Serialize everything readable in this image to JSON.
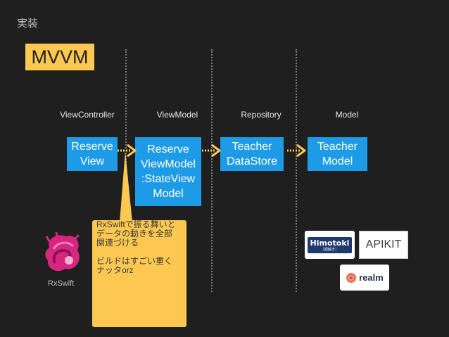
{
  "header": {
    "title": "実装"
  },
  "tag": {
    "label": "MVVM"
  },
  "columns": [
    {
      "label": "ViewController"
    },
    {
      "label": "ViewModel"
    },
    {
      "label": "Repository"
    },
    {
      "label": "Model"
    }
  ],
  "boxes": {
    "reserve_view": [
      "Reserve",
      "View"
    ],
    "reserve_viewmodel": [
      "Reserve",
      "ViewModel",
      ":StateView",
      "Model"
    ],
    "teacher_datastore": [
      "Teacher",
      "DataStore"
    ],
    "teacher_model": [
      "Teacher",
      "Model"
    ]
  },
  "note": {
    "lines": [
      "RxSwiftで振る舞いと",
      "データの動きを全部",
      "関連づける",
      "",
      "ビルドはすごい重く",
      "ナッタorz"
    ]
  },
  "libraries": {
    "rxswift": "RxSwift",
    "himotoki": "Himotoki",
    "himotoki_sub": "［紐解き］",
    "apikit": "APIKIT",
    "realm": "realm"
  },
  "colors": {
    "background": "#1f1f1f",
    "box": "#1e9be6",
    "accent_yellow": "#fcc851",
    "rxswift_pink": "#d6267f"
  }
}
